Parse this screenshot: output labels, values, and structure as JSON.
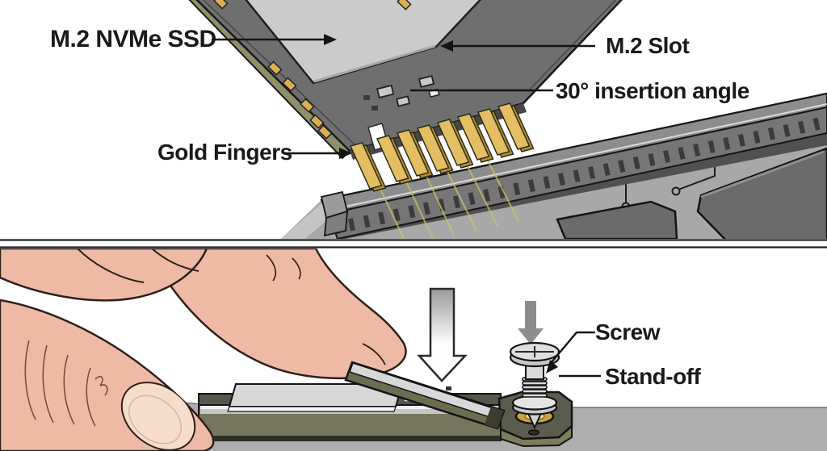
{
  "top_panel": {
    "ssd_label": "M.2 NVMe SSD",
    "slot_label": "M.2 Slot",
    "angle_label": "30° insertion angle",
    "fingers_label": "Gold Fingers"
  },
  "bottom_panel": {
    "screw_label": "Screw",
    "standoff_label": "Stand-off"
  },
  "colors": {
    "ink": "#1a1a1a",
    "gold_finger_top": "#e3be62",
    "gold_finger_side": "#b58f2e",
    "gold_pad": "#dcaf52",
    "ssd_pcb_top": "#6f6f6f",
    "ssd_pcb_edge": "#8f8f6a",
    "ssd_chip": "#cbcbcb",
    "motherboard": "#a8a8a8",
    "slot_body": "#767676",
    "mobo_chip": "#6b6b6b",
    "skin": "#eebaa6",
    "nail": "#f5dccb",
    "floor": "#aeaeae",
    "flat_board_olive": "#76765c",
    "standoff_gold_ring": "#c9a23f",
    "metal": "#dadada",
    "arrow_gray": "#8d8d8d"
  }
}
